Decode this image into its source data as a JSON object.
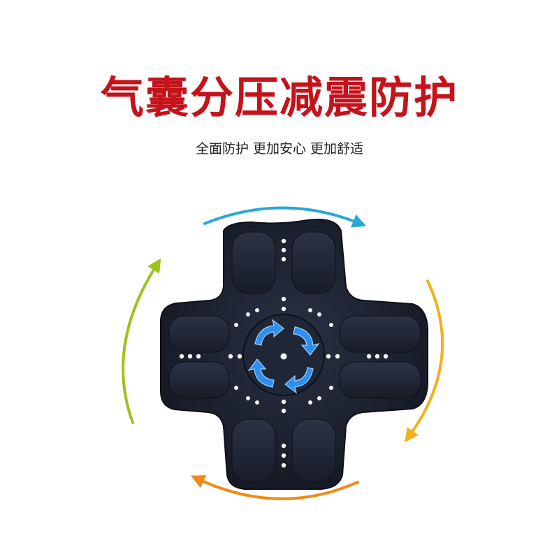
{
  "headline": {
    "text": "气囊分压减震防护",
    "color": "#c4131b"
  },
  "subline": {
    "text": "全面防护 更加安心 更加舒适",
    "color": "#222222"
  },
  "figure": {
    "object": "cross-shaped-cushion-pad",
    "pad_color": "#1c2230",
    "arrow_colors": {
      "top": "#2aa8d4",
      "right": "#f2b01e",
      "bottom": "#f08a1a",
      "left": "#9dc21e"
    },
    "center_arrow_color": "#2f8ff0"
  }
}
